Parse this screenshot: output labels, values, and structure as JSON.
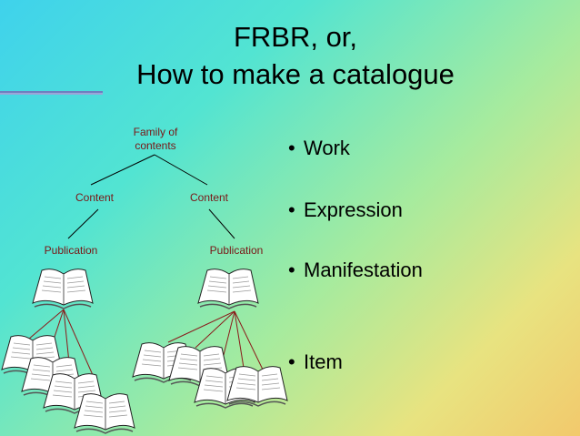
{
  "slide": {
    "title_line1": "FRBR, or,",
    "title_line2": "How to make a catalogue"
  },
  "diagram": {
    "root_label_line1": "Family of",
    "root_label_line2": "contents",
    "content_left": "Content",
    "content_right": "Content",
    "publication_left": "Publication",
    "publication_right": "Publication"
  },
  "bullets": {
    "glyph": "•",
    "items": [
      "Work",
      "Expression",
      "Manifestation",
      "Item"
    ]
  },
  "colors": {
    "label_color": "#7a1616",
    "line_color": "#000000",
    "book_line_color": "#8a1a1a"
  }
}
